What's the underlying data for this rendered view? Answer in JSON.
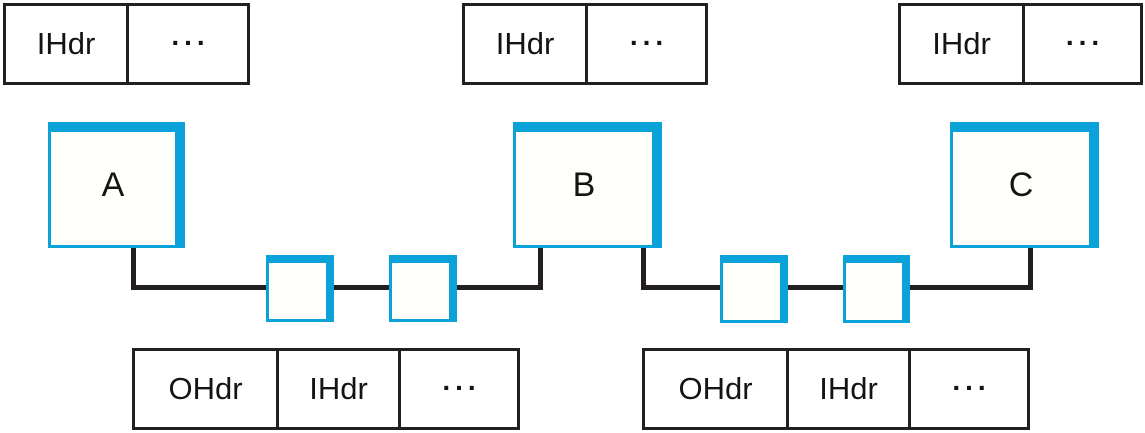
{
  "palette": {
    "accent": "#0aa2d8",
    "line": "#231f20",
    "text": "#161413",
    "fill": "#fffffc",
    "bg": "#ffffff"
  },
  "hosts": [
    {
      "label": "A"
    },
    {
      "label": "B"
    },
    {
      "label": "C"
    }
  ],
  "switch_count": 4,
  "packet_tables": {
    "top_host_a": {
      "cells": [
        "IHdr",
        "..."
      ]
    },
    "top_host_b": {
      "cells": [
        "IHdr",
        "..."
      ]
    },
    "top_host_c": {
      "cells": [
        "IHdr",
        "..."
      ]
    },
    "bottom_link_ab": {
      "cells": [
        "OHdr",
        "IHdr",
        "..."
      ]
    },
    "bottom_link_bc": {
      "cells": [
        "OHdr",
        "IHdr",
        "..."
      ]
    }
  }
}
